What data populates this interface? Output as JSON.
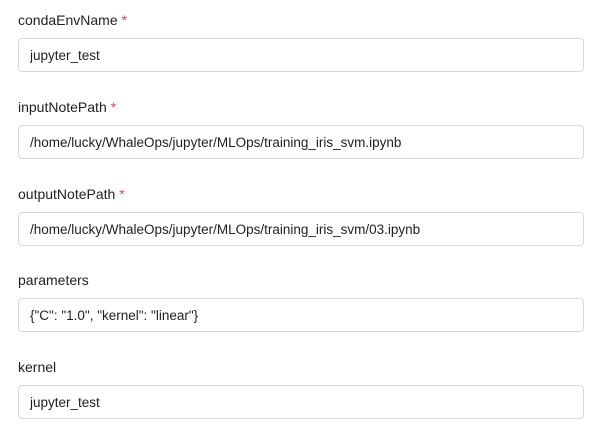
{
  "form": {
    "fields": [
      {
        "label": "condaEnvName",
        "required_marker": "*",
        "value": "jupyter_test"
      },
      {
        "label": "inputNotePath",
        "required_marker": "*",
        "value": "/home/lucky/WhaleOps/jupyter/MLOps/training_iris_svm.ipynb"
      },
      {
        "label": "outputNotePath",
        "required_marker": "*",
        "value": "/home/lucky/WhaleOps/jupyter/MLOps/training_iris_svm/03.ipynb"
      },
      {
        "label": "parameters",
        "required_marker": "",
        "value": "{\"C\": \"1.0\", \"kernel\": \"linear\"}"
      },
      {
        "label": "kernel",
        "required_marker": "",
        "value": "jupyter_test"
      }
    ]
  },
  "colors": {
    "required": "#e5484d",
    "border": "#d9d9d9",
    "text": "#1f1f1f"
  }
}
